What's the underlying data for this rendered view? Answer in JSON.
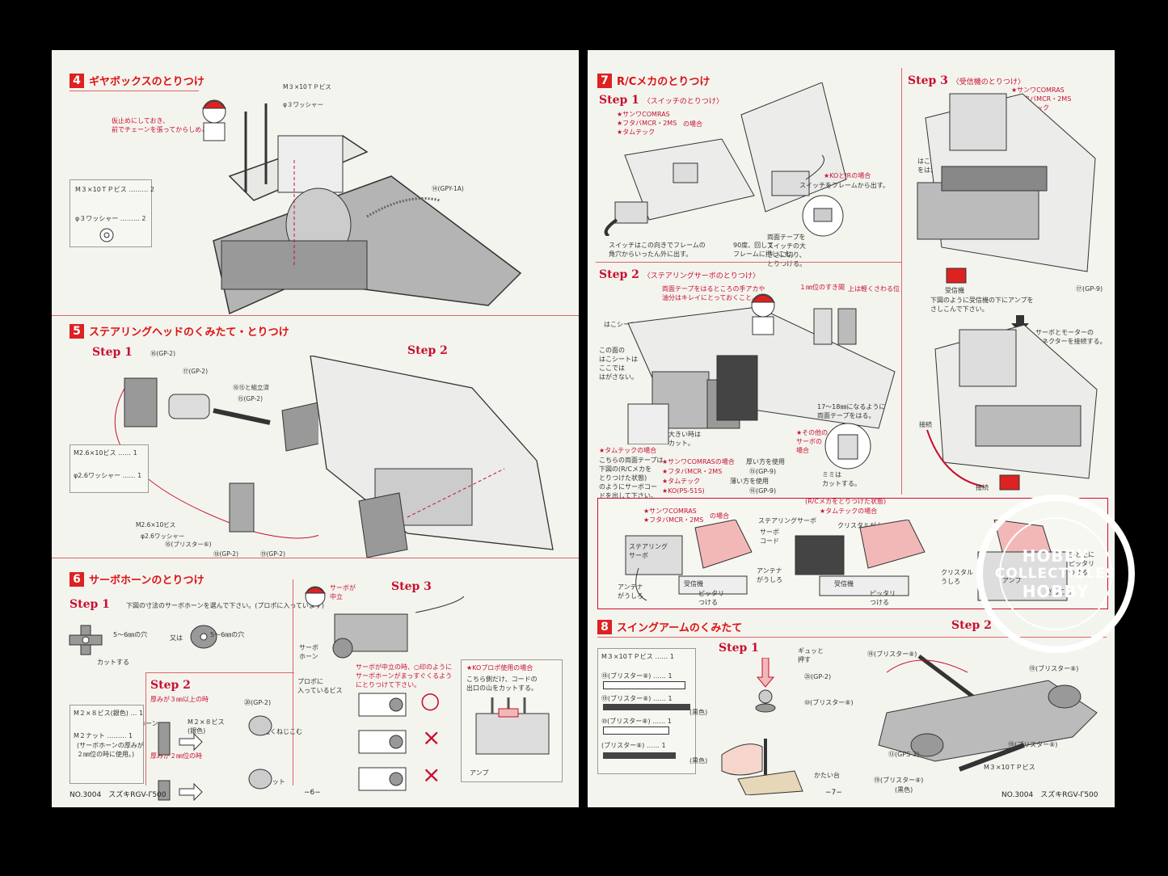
{
  "left": {
    "sec4": {
      "num": "4",
      "title": "ギヤボックスのとりつけ",
      "callouts": [
        "M３×10ＴＰビス",
        "φ３ワッシャー",
        "⑭(GPY-1A)"
      ],
      "note": "仮止めにしておき、\n前でチェーンを張ってからしめこむ。",
      "parts": [
        {
          "label": "M３×10ＴＰビス",
          "qty": "2"
        },
        {
          "label": "φ３ワッシャー",
          "qty": "2"
        }
      ]
    },
    "sec5": {
      "num": "5",
      "title": "ステアリングヘッドのくみたて・とりつけ",
      "step1": "Step 1",
      "step2": "Step 2",
      "callouts": [
        "⑯(GP-2)",
        "⑰(GP-2)",
        "⑯⑮と組立済",
        "⑮(GP-2)",
        "M2.6×10ビス",
        "φ2.6ワッシャー",
        "⑯(ブリスター⑥)",
        "⑱(GP-2)",
        "⑲(GP-2)"
      ],
      "parts": [
        {
          "label": "M2.6×10ビス",
          "qty": "1"
        },
        {
          "label": "φ2.6ワッシャー",
          "qty": "1"
        }
      ]
    },
    "sec6": {
      "num": "6",
      "title": "サーボホーンのとりつけ",
      "step1": "Step 1",
      "step1_text": "下図の寸法のサーボホーンを選んで下さい。(プロポに入っています)",
      "hole_a": "5～6㎜の穴",
      "or": "又は",
      "hole_b": "5～6㎜の穴",
      "cut": "カットする",
      "step2": "Step 2",
      "thick3": "厚みが３㎜以上の時",
      "thick2": "厚みが２㎜位の時",
      "servohorn": "サーボホーン",
      "m2x8": "M２×８ビス\n(銀色)",
      "p20": "⑳(GP-2)",
      "press": "強くねじこむ",
      "m2nut": "M２ナット",
      "step3": "Step 3",
      "servo_center": "サーボが\n中立",
      "horn": "サーボ\nホーン",
      "propo_screw": "プロポに\n入っているビス",
      "center_note": "サーボが中立の時、○印のように\nサーボホーンがまっすぐくるよう\nにとりつけて下さい。",
      "marks": [
        "○",
        "×",
        "×"
      ],
      "ko_title": "★KOプロポ使用の場合",
      "ko_text": "こちら側だけ、コードの\n出口の山をカットする。",
      "amp": "アンプ",
      "parts": [
        {
          "label": "M２×８ビス(銀色)",
          "qty": "1"
        },
        {
          "label": "M２ナット",
          "qty": "1"
        }
      ],
      "parts_note": "(サーボホーンの厚みが\n２㎜位の時に使用。)"
    },
    "footer_left": "NO.3004　スズキRGV-Γ500",
    "page_no": "−6−"
  },
  "right": {
    "sec7": {
      "num": "7",
      "title": "R/Cメカのとりつけ",
      "step1": "Step 1",
      "step1_sub": "〈スイッチのとりつけ〉",
      "step1_cases": "★サンワCOMRAS\n★フタバMCR・2MS\n★タムテック",
      "case_suffix": "の場合",
      "rotate": "90度、回して\nフレームに押しこむ。",
      "ko_jr": "★KOとJRの場合",
      "ko_jr_text": "スイッチをフレームから出す。",
      "switch_note": "スイッチはこの向きでフレームの\n角穴からいったん外に出す。",
      "tape": "両面テープを\nスイッチの大\nきさに切り、\nとりつける。",
      "step2": "Step 2",
      "step2_sub": "〈ステアリングサーボのとりつけ〉",
      "step2_note": "両面テープをはるところの手アカや\n油分はキレイにとっておくこと。",
      "gap": "１㎜位のすき間",
      "touch": "上は軽くさわる位",
      "peel": "はこシートをはがす。",
      "peel_note": "この面の\nはこシートは\nここでは\nはがさない。",
      "tape_width": "17～18㎜になるように\n両面テープをはる。",
      "big": "大きい時は\nカット。",
      "tamtec": "★タムテックの場合",
      "tamtec_note": "こちらの両面テープは\n下図の(R/Cメカを\nとりつけた状態)\nのようにサーボコー\nドを出して下さい。",
      "sanwa": "★サンワCOMRASの場合",
      "futaba": "★フタバMCR・2MS",
      "tamtec2": "★タムテック",
      "ko": "★KO(PS-51S)",
      "thin": "厚い方を使用",
      "thin2": "薄い方を使用",
      "p95": "⑮(GP-9)",
      "p96": "⑯(GP-9)",
      "other": "★その他の\nサーボの\n場合",
      "mimi": "ミミは\nカットする。",
      "step3": "Step 3",
      "step3_sub": "〈受信機のとりつけ〉",
      "step3_cases": "★サンワCOMRAS\n★フタバMCR・2MS\n★タムテック",
      "peel2": "はこシート\nをはがす",
      "receiver": "受信機",
      "p97": "⑰(GP-9)",
      "amp_note": "下図のように受信機の下にアンプを\nさしこんで下さい。",
      "connect": "サーボとモーターの\nコネクターを接続する。",
      "connector": "接続",
      "installed": "(R/Cメカをとりつけた状態)",
      "inst_cases": "★サンワCOMRAS\n★フタバMCR・2MS",
      "inst_tamtec": "★タムテックの場合",
      "steering_servo": "ステアリング\nサーボ",
      "servo_cord": "サーボ\nコード",
      "steering_servo2": "ステアリングサーボ",
      "crystal": "クリスタルが上",
      "antenna": "アンテナ\nがうしろ",
      "receiver_box": "受信機",
      "fit": "ピッタリ\nつける",
      "crystal_back": "クリスタル\nうしろ",
      "front_fit": "前と上に\nピッタリ\nつける",
      "amp": "アンプ",
      "fit_in": "さしこむ"
    },
    "sec8": {
      "num": "8",
      "title": "スイングアームのくみたて",
      "step1": "Step 1",
      "step2": "Step 2",
      "press": "ギュッと\n押す",
      "p25": "㉕(GP-2)",
      "p100": "⑩(ブリスター⑧)",
      "hardbase": "かたい台",
      "p98": "⑱(ブリスター⑧)",
      "p99": "⑲(ブリスター⑧)",
      "black": "(黒色)",
      "gps3": "⑬(GPS-3)",
      "m3": "M３×10ＴＰビス",
      "parts": [
        {
          "label": "M３×10ＴＰビス",
          "qty": "1"
        },
        {
          "label": "⑱(ブリスター⑧)",
          "qty": "1"
        },
        {
          "label": "⑲(ブリスター⑧)",
          "qty": "1"
        },
        {
          "label": "⑩(ブリスター⑧)",
          "qty": "1"
        },
        {
          "label": "(ブリスター⑧)",
          "qty": "1"
        }
      ]
    },
    "footer_right": "NO.3004　スズキRGV-Γ500",
    "page_no": "−7−"
  },
  "watermark": {
    "line1": "HOBBY",
    "line2": "COLLECTIBLES",
    "line3": "HOBBY"
  },
  "colors": {
    "accent": "#c8102e",
    "paper": "#f4f4ef",
    "gray": "#9a9a9a",
    "pink": "#f2b8b8"
  }
}
